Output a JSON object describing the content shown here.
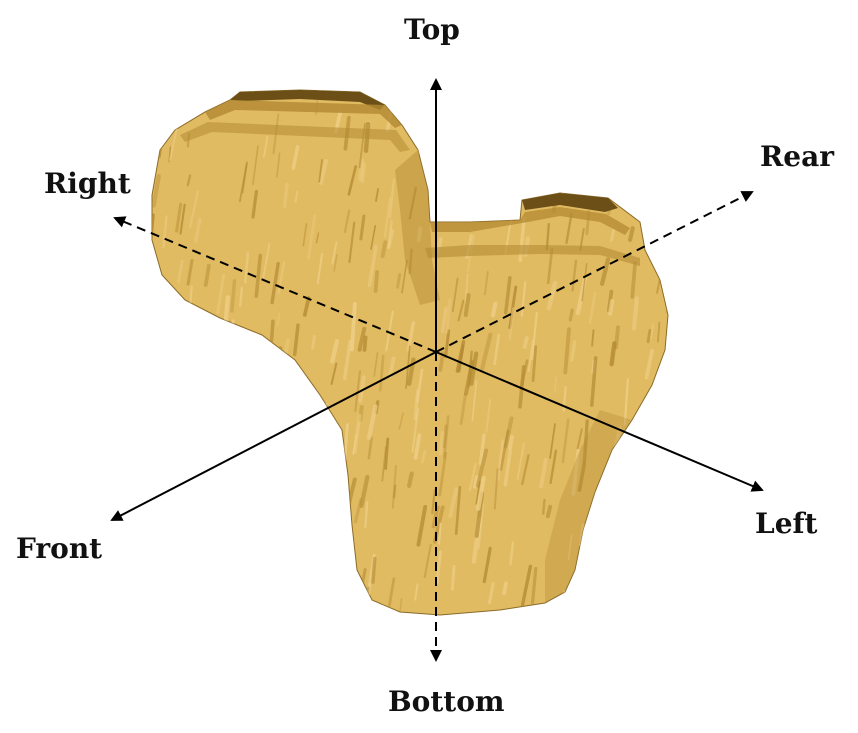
{
  "labels": {
    "top": "Top",
    "rear": "Rear",
    "right": "Right",
    "front": "Front",
    "left": "Left",
    "bottom": "Bottom"
  },
  "colors": {
    "bone_fill": "#e1bb62",
    "bone_light": "#efd089",
    "bone_shadow": "#b38a33",
    "bone_dark": "#6b4f17",
    "axis": "#000000",
    "background": "#ffffff"
  },
  "icons": {
    "arrowhead": "filled-triangle"
  }
}
